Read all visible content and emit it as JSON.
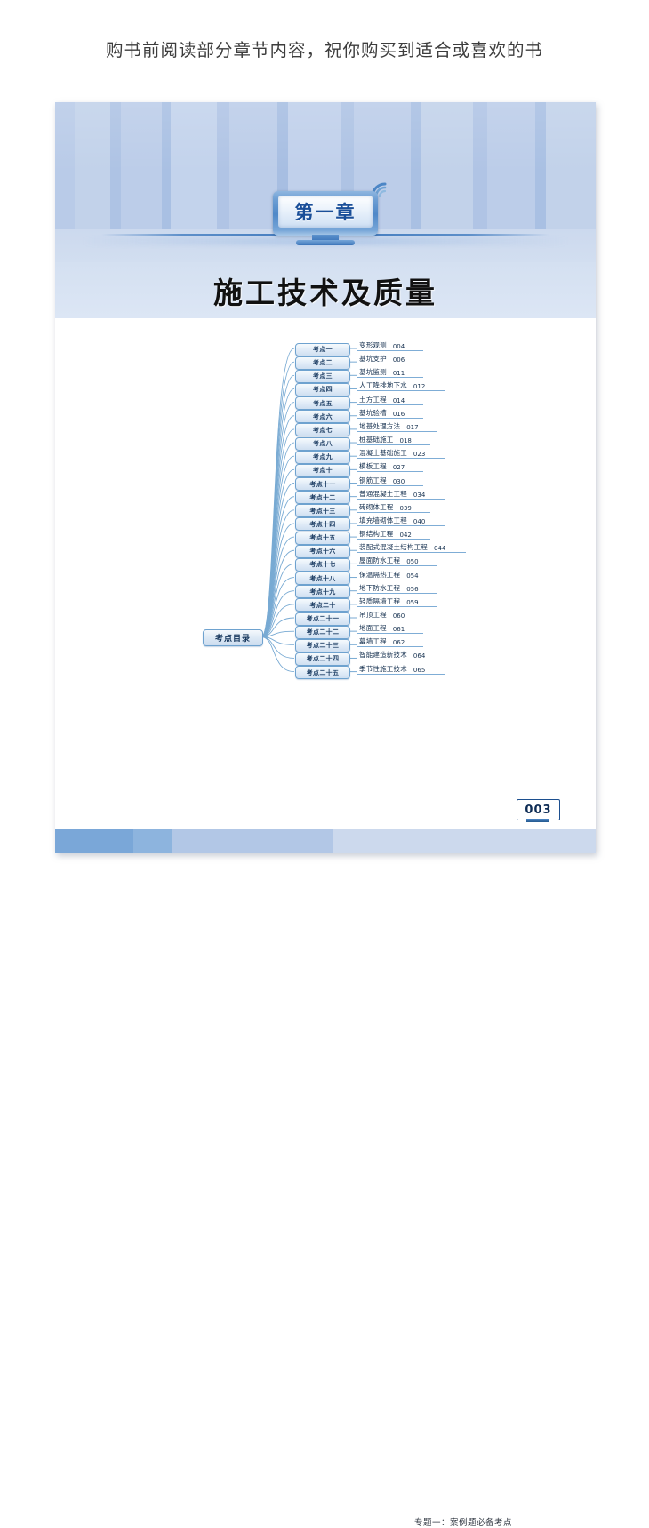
{
  "promo": {
    "text": "购书前阅读部分章节内容，祝你购买到适合或喜欢的书"
  },
  "chapter": {
    "badge": "第一章",
    "title": "施工技术及质量"
  },
  "mindmap": {
    "root_label": "考点目录",
    "branches": [
      {
        "key": "考点一",
        "topic": "变形观测",
        "page": "004"
      },
      {
        "key": "考点二",
        "topic": "基坑支护",
        "page": "006"
      },
      {
        "key": "考点三",
        "topic": "基坑监测",
        "page": "011"
      },
      {
        "key": "考点四",
        "topic": "人工降排地下水",
        "page": "012"
      },
      {
        "key": "考点五",
        "topic": "土方工程",
        "page": "014"
      },
      {
        "key": "考点六",
        "topic": "基坑验槽",
        "page": "016"
      },
      {
        "key": "考点七",
        "topic": "地基处理方法",
        "page": "017"
      },
      {
        "key": "考点八",
        "topic": "桩基础施工",
        "page": "018"
      },
      {
        "key": "考点九",
        "topic": "混凝土基础施工",
        "page": "023"
      },
      {
        "key": "考点十",
        "topic": "模板工程",
        "page": "027"
      },
      {
        "key": "考点十一",
        "topic": "钢筋工程",
        "page": "030"
      },
      {
        "key": "考点十二",
        "topic": "普通混凝土工程",
        "page": "034"
      },
      {
        "key": "考点十三",
        "topic": "砖砌体工程",
        "page": "039"
      },
      {
        "key": "考点十四",
        "topic": "填充墙砌体工程",
        "page": "040"
      },
      {
        "key": "考点十五",
        "topic": "钢结构工程",
        "page": "042"
      },
      {
        "key": "考点十六",
        "topic": "装配式混凝土结构工程",
        "page": "044"
      },
      {
        "key": "考点十七",
        "topic": "屋面防水工程",
        "page": "050"
      },
      {
        "key": "考点十八",
        "topic": "保温隔热工程",
        "page": "054"
      },
      {
        "key": "考点十九",
        "topic": "地下防水工程",
        "page": "056"
      },
      {
        "key": "考点二十",
        "topic": "轻质隔墙工程",
        "page": "059"
      },
      {
        "key": "考点二十一",
        "topic": "吊顶工程",
        "page": "060"
      },
      {
        "key": "考点二十二",
        "topic": "地面工程",
        "page": "061"
      },
      {
        "key": "考点二十三",
        "topic": "幕墙工程",
        "page": "062"
      },
      {
        "key": "考点二十四",
        "topic": "智能建造新技术",
        "page": "064"
      },
      {
        "key": "考点二十五",
        "topic": "季节性施工技术",
        "page": "065"
      }
    ]
  },
  "footer": {
    "section_label": "专题一：案例题必备考点",
    "page_number": "003"
  },
  "colors": {
    "accent_blue": "#1a4f99",
    "stripe_blue": "#bccde9",
    "node_border": "#6ea2cf",
    "footer_dark": "#7aa7d8"
  }
}
